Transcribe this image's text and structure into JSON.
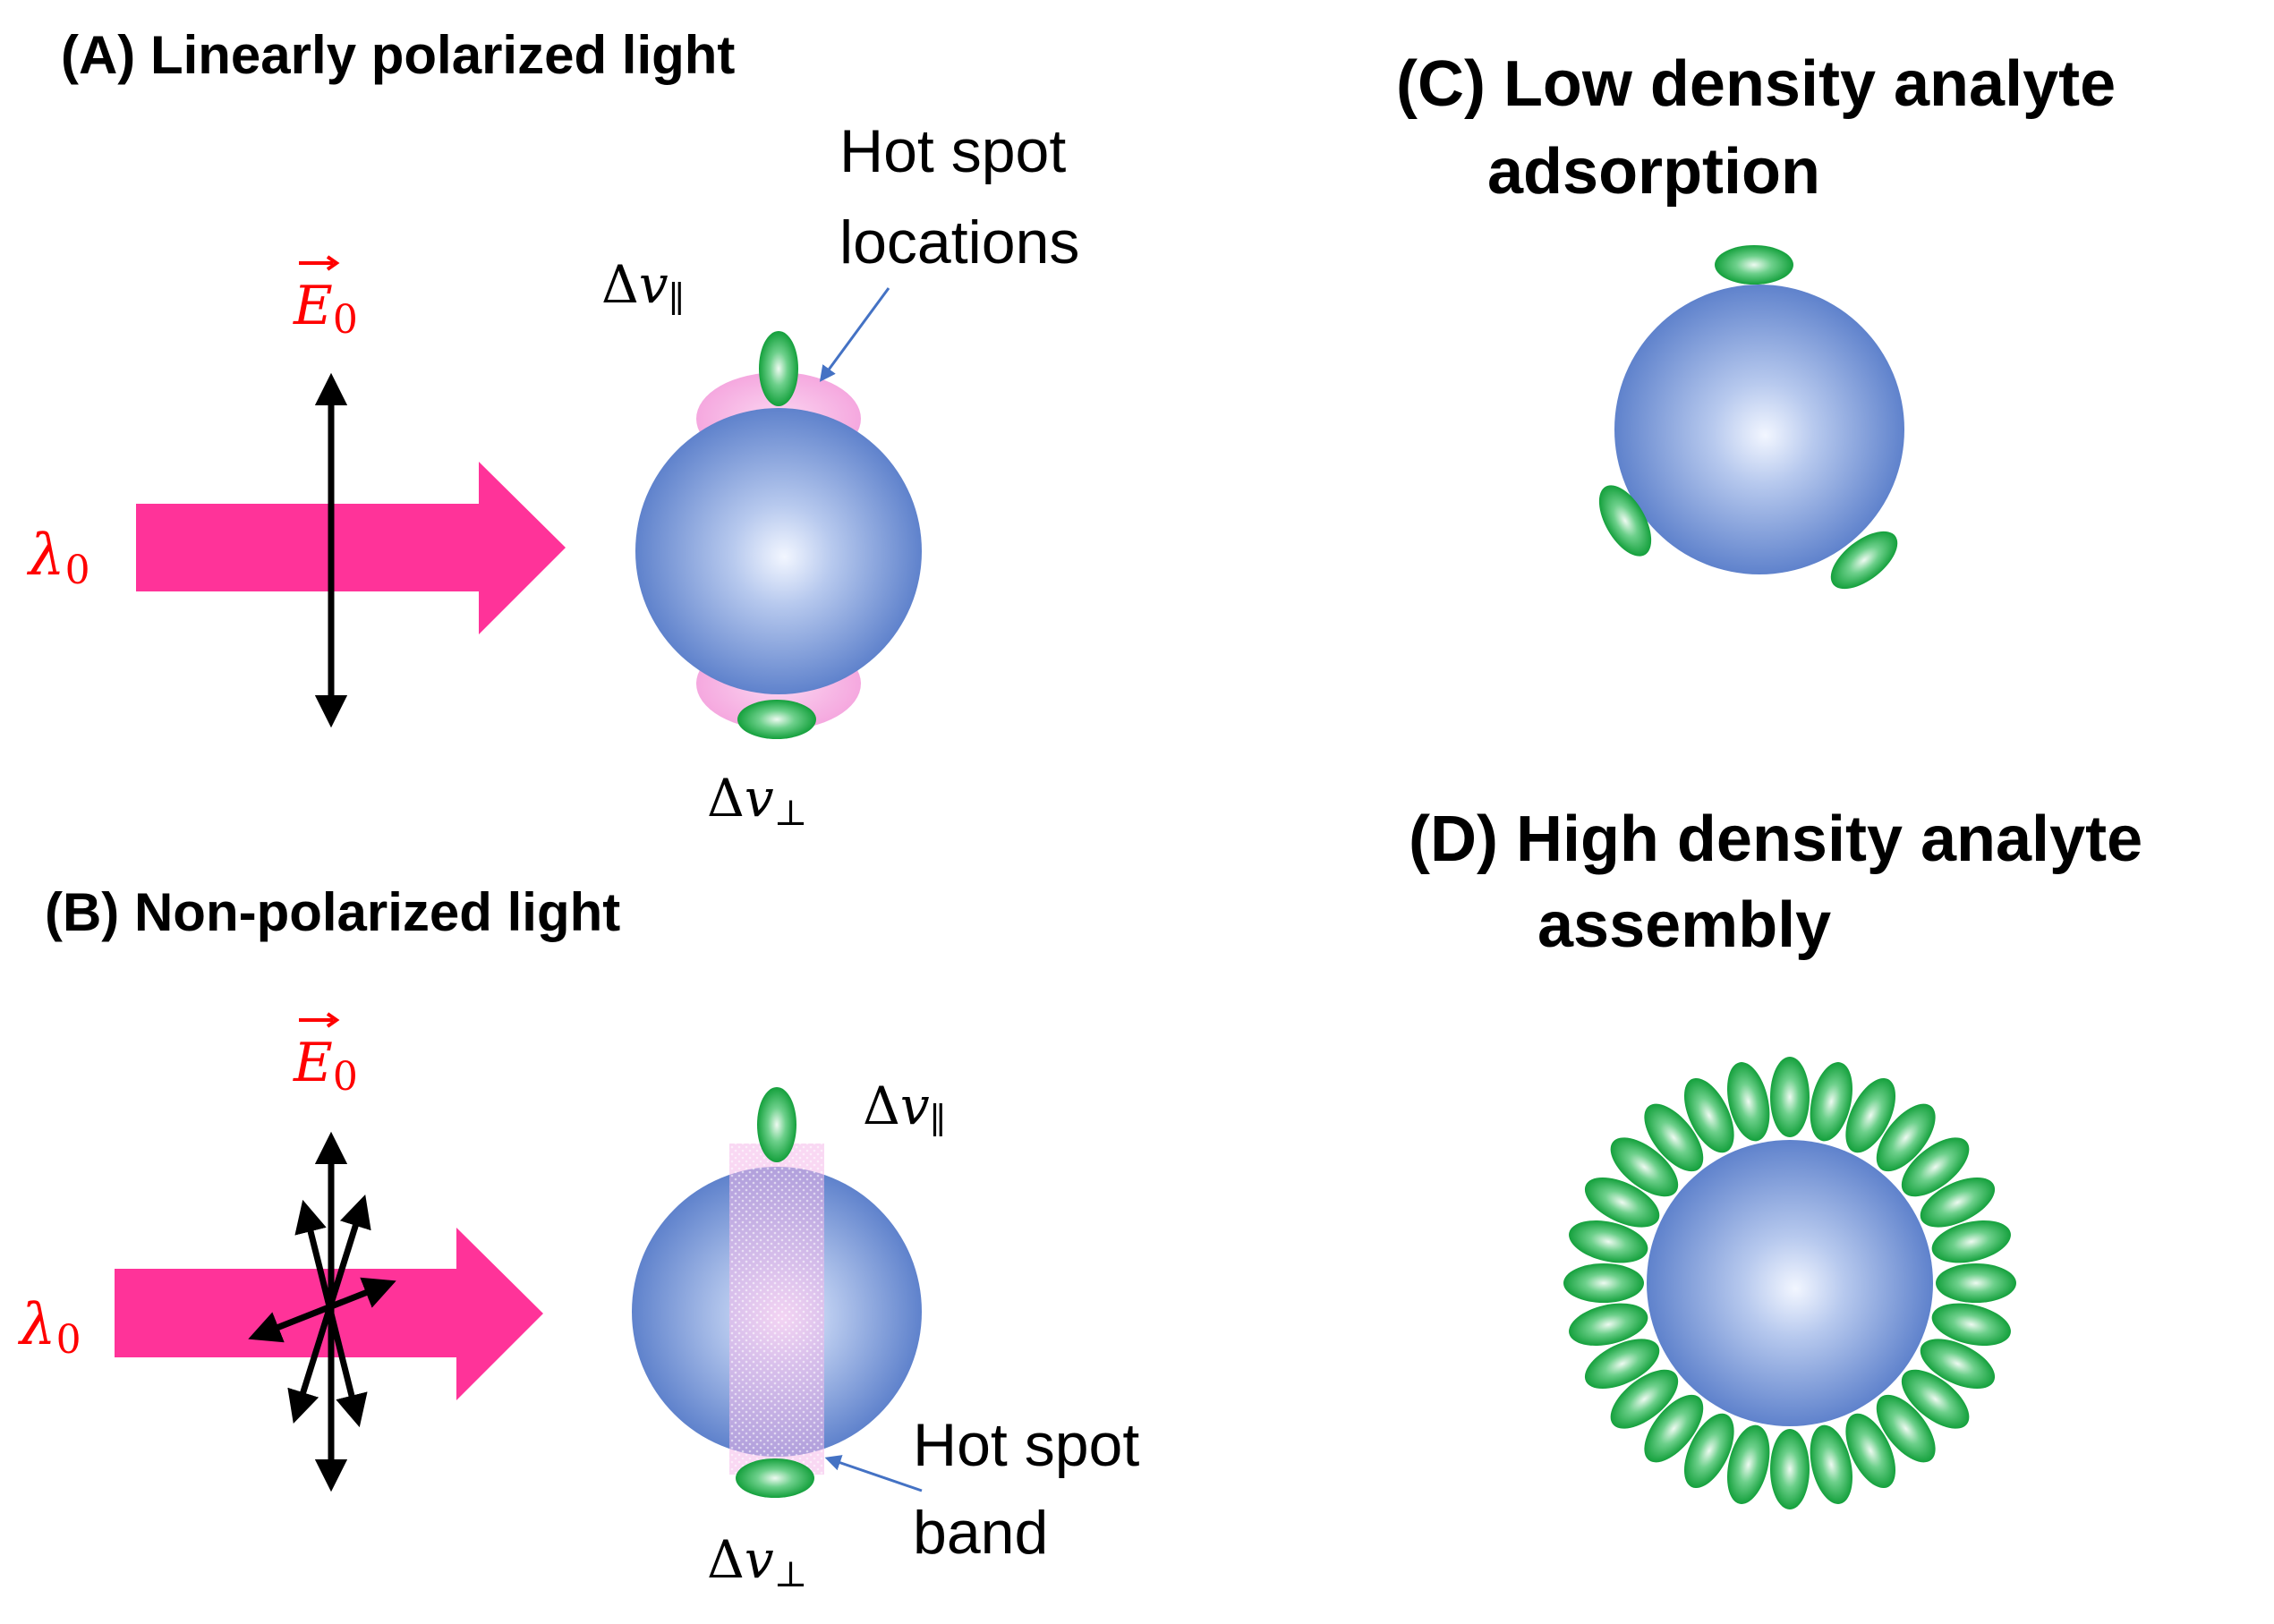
{
  "colors": {
    "arrow_pink": "#ff3399",
    "math_red": "#ff0000",
    "sphere_center": "#f2f6ff",
    "sphere_edge": "#5f82cc",
    "analyte_center": "#eefaf1",
    "analyte_edge": "#14a03c",
    "hotspot_pink": "#f7b3e6",
    "pointer_blue": "#4472c4"
  },
  "panels": {
    "a": {
      "title": "(A) Linearly polarized light",
      "wavelength_symbol": "λ",
      "wavelength_sub": "0",
      "field_symbol": "E",
      "field_sub": "0",
      "delta_par": {
        "delta": "Δ",
        "v": "v",
        "sub": "∥"
      },
      "delta_perp": {
        "delta": "Δ",
        "v": "v",
        "sub": "⊥"
      },
      "note_line1": "Hot  spot",
      "note_line2": "locations",
      "icons": [
        "pink-arrow-icon",
        "double-arrow-icon",
        "nanoparticle-sphere-icon",
        "analyte-ellipse-icon"
      ]
    },
    "b": {
      "title": "(B) Non-polarized light",
      "wavelength_symbol": "λ",
      "wavelength_sub": "0",
      "field_symbol": "E",
      "field_sub": "0",
      "delta_par": {
        "delta": "Δ",
        "v": "v",
        "sub": "∥"
      },
      "delta_perp": {
        "delta": "Δ",
        "v": "v",
        "sub": "⊥"
      },
      "note_line1": "Hot  spot",
      "note_line2": "band",
      "icons": [
        "pink-arrow-icon",
        "multi-direction-arrows-icon",
        "nanoparticle-sphere-icon",
        "hotspot-band-icon"
      ]
    },
    "c": {
      "title_line1": "(C) Low density analyte",
      "title_line2": "adsorption",
      "analyte_count": 3
    },
    "d": {
      "title_line1": "(D) High density analyte",
      "title_line2": "assembly",
      "analyte_count": 28
    }
  }
}
